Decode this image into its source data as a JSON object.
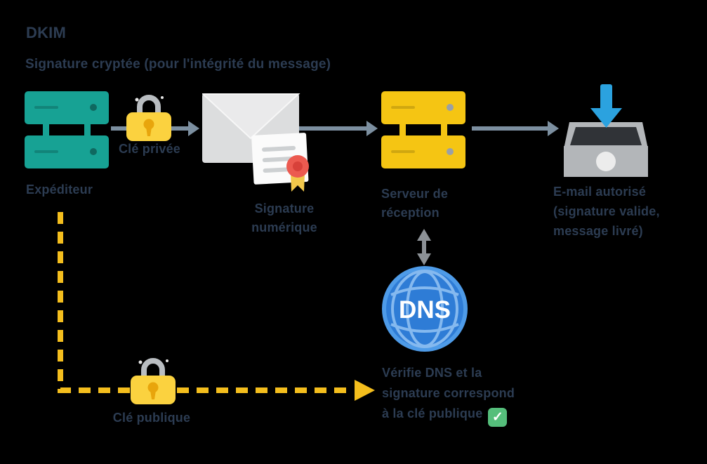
{
  "title": "DKIM",
  "subtitle": "Signature cryptée (pour l'intégrité du message)",
  "sender": {
    "label": "Expéditeur",
    "icon": "server-icon"
  },
  "private_key": {
    "label": "Clé privée",
    "icon": "padlock-icon"
  },
  "signature": {
    "lines": [
      "Signature",
      "numérique"
    ],
    "icon": "envelope-seal-icon"
  },
  "receiving_server": {
    "lines": [
      "Serveur de",
      "réception"
    ],
    "icon": "server-icon"
  },
  "delivery": {
    "lines": [
      "E-mail autorisé",
      "(signature valide,",
      "message livré)"
    ],
    "icon": "inbox-download-icon"
  },
  "dns": {
    "label": "DNS",
    "icon": "dns-globe-icon"
  },
  "verification": {
    "lines": [
      "Vérifie DNS et la",
      "signature correspond",
      "à la clé publique"
    ],
    "check": "✓"
  },
  "public_key": {
    "label": "Clé publique",
    "icon": "padlock-icon"
  },
  "colors": {
    "background": "#000000",
    "text": "#2C3C52",
    "sender_server": "#17A294",
    "receiving_server": "#F5C513",
    "lock_body": "#FBD23F",
    "lock_keyhole": "#E8A50C",
    "lock_shackle": "#B9BDC1",
    "arrow_gray": "#7C8FA0",
    "dashed_path_yellow": "#F4BE1D",
    "dns_globe_blue": "#2E7CD6",
    "download_arrow_blue": "#2BA2DF",
    "check_green": "#55BE7B",
    "seal_red": "#EC5A50"
  }
}
